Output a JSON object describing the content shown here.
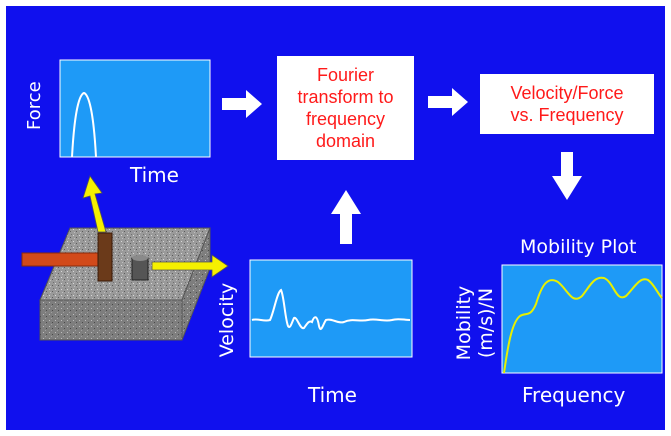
{
  "labels": {
    "force_axis": "Force",
    "time_top": "Time",
    "velocity_axis": "Velocity",
    "time_bottom": "Time",
    "mobility_title": "Mobility Plot",
    "mobility_axis_line1": "Mobility",
    "mobility_axis_line2": "(m/s)/N",
    "frequency_axis": "Frequency"
  },
  "boxes": {
    "fourier": [
      "Fourier",
      "transform to",
      "frequency",
      "domain"
    ],
    "velocity_force": [
      "Velocity/Force",
      "vs. Frequency"
    ]
  },
  "colors": {
    "slide_background": "#1010ee",
    "plot_background": "#1e9af7",
    "box_text": "#ff1a1a",
    "arrow_white": "#ffffff",
    "arrow_yellow": "#f5f000",
    "mobility_curve": "#e8f000",
    "hammer": "#6b3a1a",
    "handle": "#d24a1a",
    "sensor": "#555555"
  },
  "icons": [
    "hammer-icon",
    "accelerometer-icon",
    "test-block-icon"
  ]
}
